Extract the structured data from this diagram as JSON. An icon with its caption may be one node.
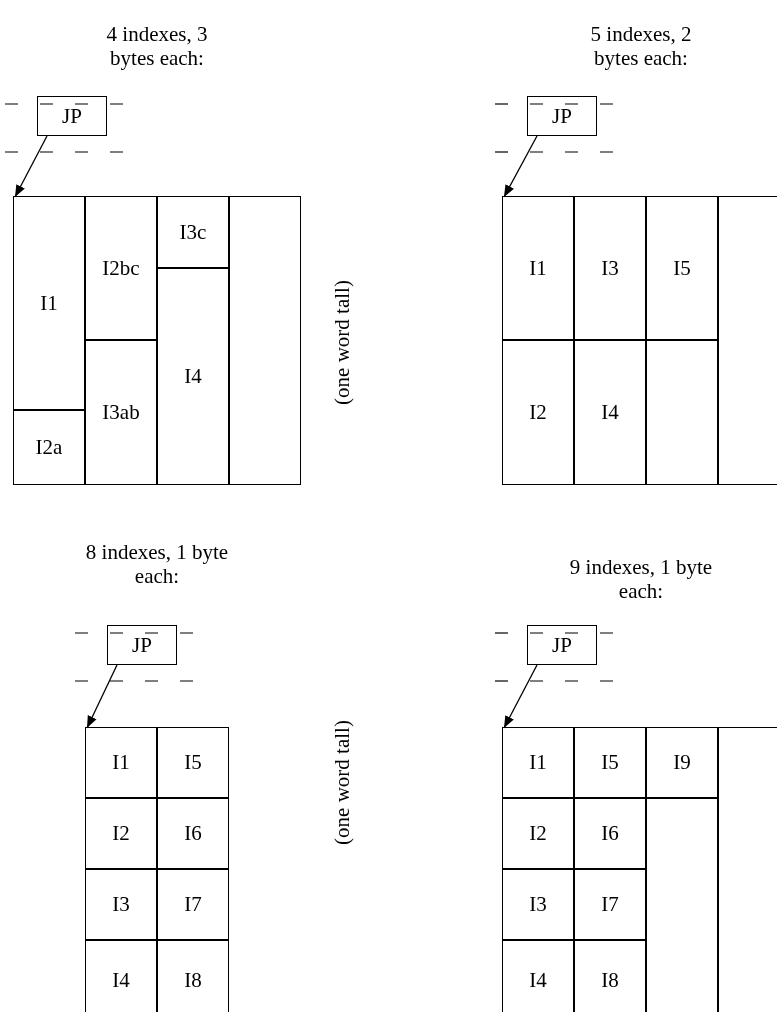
{
  "diagram": {
    "nodes": [
      {
        "text": [
          "JP"
        ]
      },
      {
        "text": [],
        "shape": "box"
      },
      {
        "text": [
          "I1"
        ],
        "in": 1
      },
      {
        "text": [
          "I2bc"
        ],
        "in": 1
      },
      {
        "text": [
          "I3c"
        ],
        "in": 1
      },
      {
        "text": [],
        "shape": "box",
        "in": 1
      },
      {
        "text": [
          "I4"
        ],
        "in": 1
      },
      {
        "text": [
          "I3ab"
        ],
        "in": 1
      },
      {
        "text": [
          "I2a"
        ],
        "in": 1
      },
      {
        "text": [
          "JP"
        ]
      },
      {
        "text": [],
        "shape": "box"
      },
      {
        "text": [
          "I1"
        ],
        "in": 10
      },
      {
        "text": [
          "I3"
        ],
        "in": 10
      },
      {
        "text": [
          "I5"
        ],
        "in": 10
      },
      {
        "text": [],
        "shape": "box",
        "in": 10
      },
      {
        "text": [
          "I2"
        ],
        "in": 10
      },
      {
        "text": [
          "I4"
        ],
        "in": 10
      },
      {
        "text": [],
        "shape": "box",
        "in": 10
      },
      {
        "text": [
          "JP"
        ]
      },
      {
        "text": [],
        "shape": "box"
      },
      {
        "text": [
          "I1"
        ],
        "in": 19
      },
      {
        "text": [
          "I5"
        ],
        "in": 19
      },
      {
        "text": [
          "I2"
        ],
        "in": 19
      },
      {
        "text": [
          "I6"
        ],
        "in": 19
      },
      {
        "text": [
          "I3"
        ],
        "in": 19
      },
      {
        "text": [
          "I7"
        ],
        "in": 19
      },
      {
        "text": [
          "I4"
        ],
        "in": 19
      },
      {
        "text": [
          "I8"
        ],
        "in": 19
      },
      {
        "text": [
          "JP"
        ]
      },
      {
        "text": [],
        "shape": "box"
      },
      {
        "text": [
          "I1"
        ],
        "in": 29
      },
      {
        "text": [
          "I5"
        ],
        "in": 29
      },
      {
        "text": [
          "I9"
        ],
        "in": 29
      },
      {
        "text": [],
        "shape": "box",
        "in": 29
      },
      {
        "text": [
          "I2"
        ],
        "in": 29
      },
      {
        "text": [
          "I6"
        ],
        "in": 29
      },
      {
        "text": [],
        "shape": "box",
        "in": 29
      },
      {
        "text": [
          "I3"
        ],
        "in": 29
      },
      {
        "text": [
          "I7"
        ],
        "in": 29
      },
      {
        "text": [
          "I4"
        ],
        "in": 29
      },
      {
        "text": [
          "I8"
        ],
        "in": 29
      }
    ],
    "edges": [
      {
        "from": 0,
        "to": 1,
        "arrow": "to"
      },
      {
        "from": 9,
        "to": 10,
        "arrow": "to"
      },
      {
        "from": 18,
        "to": 19,
        "arrow": "to"
      },
      {
        "from": 28,
        "to": 29,
        "arrow": "to"
      }
    ],
    "labels": [
      "4 indexes, 3 bytes each:",
      "5 indexes, 2 bytes each:",
      "(one word tall)",
      "8 indexes, 1 byte each:",
      "9 indexes, 1 byte each:",
      "(one word tall)"
    ]
  }
}
